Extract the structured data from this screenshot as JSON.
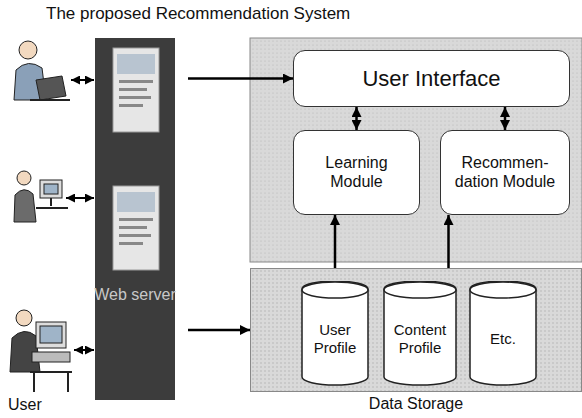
{
  "diagram": {
    "title": "The proposed Recommendation System",
    "nodes": [
      {
        "text": [
          "Web server"
        ]
      },
      {
        "text": [
          "User Interface"
        ]
      },
      {
        "text": [
          "Learning Module"
        ]
      },
      {
        "text": [
          "Recommen- dation Module"
        ]
      },
      {
        "text": [
          "Data Storage"
        ]
      },
      {
        "text": [
          "User Profile"
        ],
        "in": 4
      },
      {
        "text": [
          "Content Profile"
        ],
        "in": 4
      },
      {
        "text": [
          "Etc."
        ],
        "in": 4
      }
    ],
    "edges": [
      {
        "from": 0,
        "to": 1,
        "arrow": "to"
      },
      {
        "from": 0,
        "to": 4,
        "arrow": "to"
      },
      {
        "from": 1,
        "to": 2,
        "arrow": "both"
      },
      {
        "from": 1,
        "to": 3,
        "arrow": "both"
      },
      {
        "from": 2,
        "to": 5,
        "arrow": "both"
      },
      {
        "from": 3,
        "to": 6,
        "arrow": "both"
      }
    ],
    "labels": [
      "User"
    ]
  }
}
